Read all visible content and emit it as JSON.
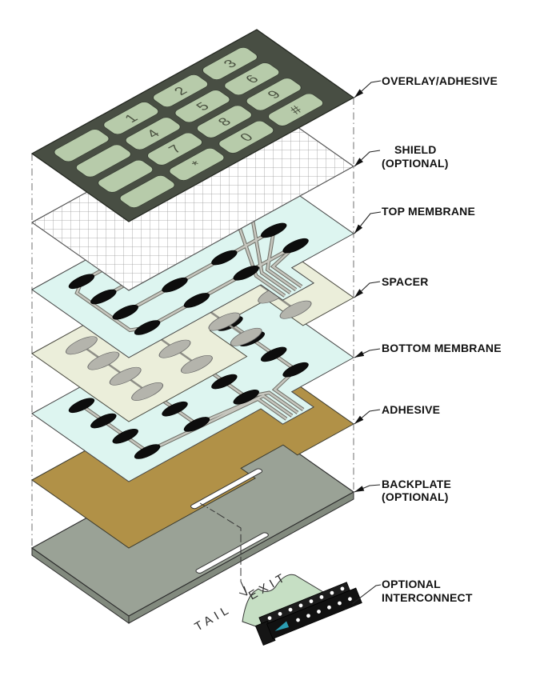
{
  "diagram": {
    "type": "exploded-assembly-diagram",
    "subject": "membrane switch keypad stackup",
    "callouts": [
      {
        "label": "OVERLAY/ADHESIVE"
      },
      {
        "label": "SHIELD",
        "label2": "(OPTIONAL)"
      },
      {
        "label": "TOP MEMBRANE"
      },
      {
        "label": "SPACER"
      },
      {
        "label": "BOTTOM MEMBRANE"
      },
      {
        "label": "ADHESIVE"
      },
      {
        "label": "BACKPLATE",
        "label2": "(OPTIONAL)"
      },
      {
        "label": "OPTIONAL",
        "label2": "INTERCONNECT"
      }
    ],
    "tail_exit": {
      "word1": "TAIL",
      "word2": "EXIT"
    },
    "keypad_keys": [
      "",
      "1",
      "2",
      "3",
      "",
      "4",
      "5",
      "6",
      "",
      "7",
      "8",
      "9",
      "",
      "*",
      "0",
      "#"
    ],
    "colors": {
      "overlay_bg": "#484e43",
      "key": "#b7cbaa",
      "membrane": "#ddf5f0",
      "spacer": "#ebeeda",
      "adhesive": "#b19147",
      "backplate_top": "#9aa296",
      "backplate_side": "#828a7e",
      "shield_fill": "#ffffff",
      "shield_grid": "#9a9a9a",
      "contact": "#0d0d0d",
      "trace": "#c6c6be",
      "spacer_pad": "#b4b4ac",
      "flex": "#c6dfc4",
      "connector": "#111111",
      "pin": "#ffffff",
      "polarity_marker": "#2b9db2"
    }
  }
}
